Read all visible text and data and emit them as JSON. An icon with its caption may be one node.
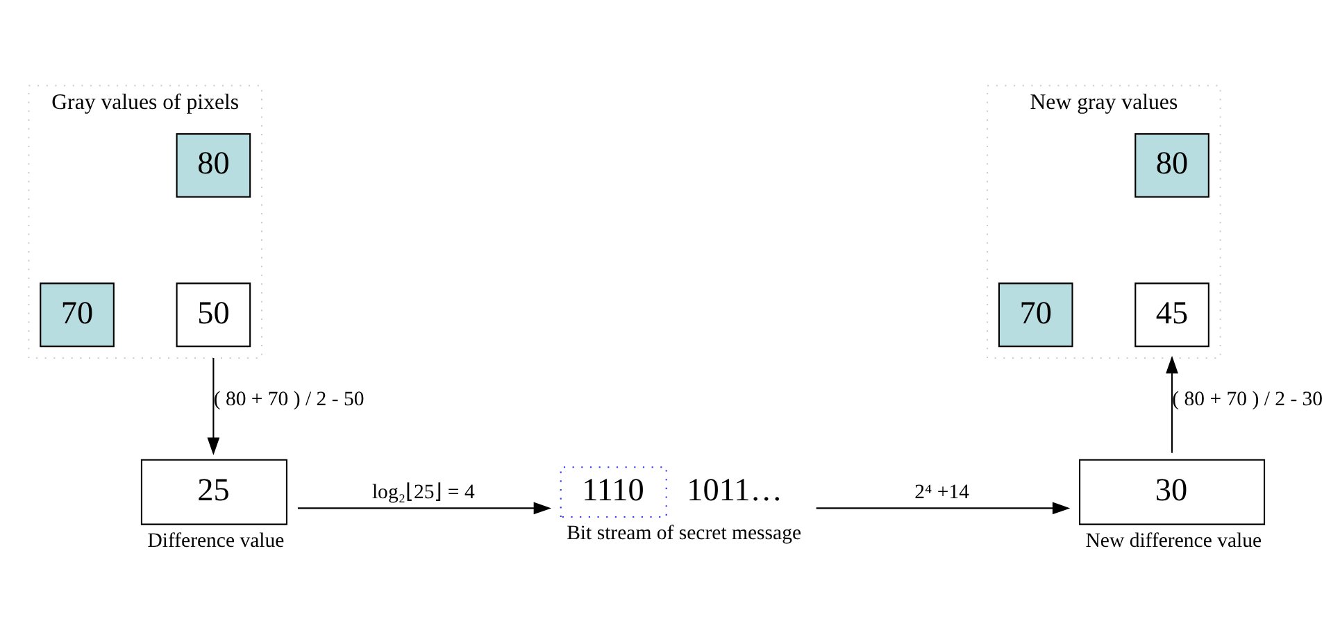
{
  "diagram": {
    "nodes": [
      {
        "text": [
          "Gray values of pixels"
        ]
      },
      {
        "text": [
          "80"
        ],
        "in": 0
      },
      {
        "text": [
          "70"
        ],
        "in": 0
      },
      {
        "text": [
          "50"
        ],
        "in": 0
      },
      {
        "text": [
          "25"
        ],
        "beside": [
          "Difference value"
        ]
      },
      {
        "text": [
          "1110",
          "1011…"
        ],
        "beside": [
          "Bit stream of secret message"
        ]
      },
      {
        "text": [
          "30"
        ],
        "beside": [
          "New difference value"
        ]
      },
      {
        "text": [
          "New gray values"
        ]
      },
      {
        "text": [
          "80"
        ],
        "in": 7
      },
      {
        "text": [
          "70"
        ],
        "in": 7
      },
      {
        "text": [
          "45"
        ],
        "in": 7
      }
    ],
    "edges": [
      {
        "from": 0,
        "to": 4,
        "arrow": "to",
        "label": "( 80 + 70 ) / 2 - 50"
      },
      {
        "from": 4,
        "to": 5,
        "arrow": "to",
        "label": "log₂⌊25⌋ = 4"
      },
      {
        "from": 5,
        "to": 6,
        "arrow": "to",
        "label": "2⁴ +14"
      },
      {
        "from": 6,
        "to": 7,
        "arrow": "to",
        "label": "( 80 + 70 ) / 2 - 30"
      }
    ]
  }
}
